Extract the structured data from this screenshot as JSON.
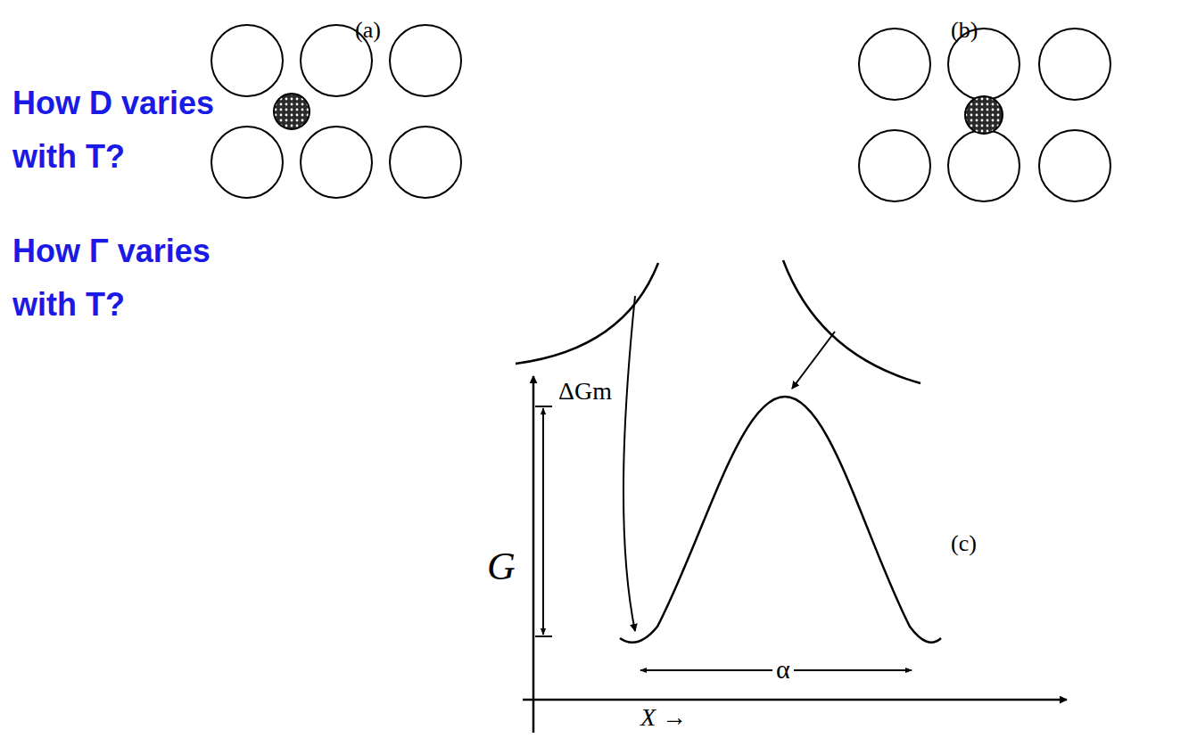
{
  "diagram": {
    "labels": [
      "(a)",
      "(b)",
      "(c)",
      "How D varies with T?",
      "How Γ varies with T?",
      "G",
      "ΔGm",
      "α",
      "X →"
    ]
  }
}
